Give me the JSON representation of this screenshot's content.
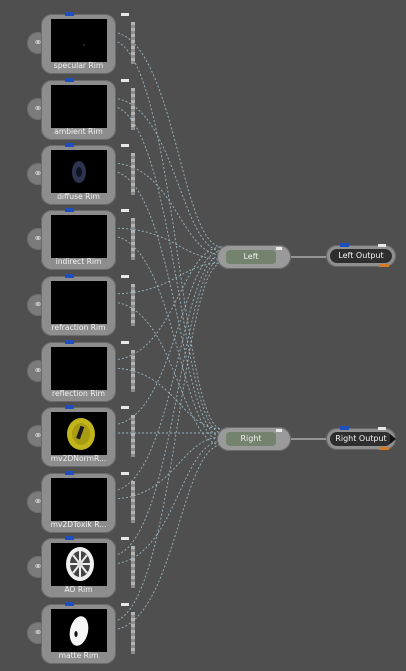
{
  "colors": {
    "background": "#4f4f4f",
    "wire": "#a8c8d4",
    "node_body": "#8d8d8d",
    "mux_label_bg": "#73836d",
    "output_label_bg": "#2e2e2e",
    "tab_blue": "#1f4fbf",
    "tab_orange": "#d17b2a"
  },
  "nodes": [
    {
      "label": "specular Rim",
      "thumb": "dark-speck"
    },
    {
      "label": "ambient Rim",
      "thumb": "black"
    },
    {
      "label": "diffuse Rim",
      "thumb": "dim-wheel"
    },
    {
      "label": "indirect Rim",
      "thumb": "black"
    },
    {
      "label": "refraction Rim",
      "thumb": "black"
    },
    {
      "label": "reflection Rim",
      "thumb": "black"
    },
    {
      "label": "mv2DNormR...",
      "thumb": "yellow-disc"
    },
    {
      "label": "mv2DToxik R...",
      "thumb": "black"
    },
    {
      "label": "AO Rim",
      "thumb": "white-wheel"
    },
    {
      "label": "matte Rim",
      "thumb": "white-disc"
    }
  ],
  "multiplexers": [
    {
      "label": "Left"
    },
    {
      "label": "Right"
    }
  ],
  "outputs": [
    {
      "label": "Left Output"
    },
    {
      "label": "Right Output"
    }
  ]
}
